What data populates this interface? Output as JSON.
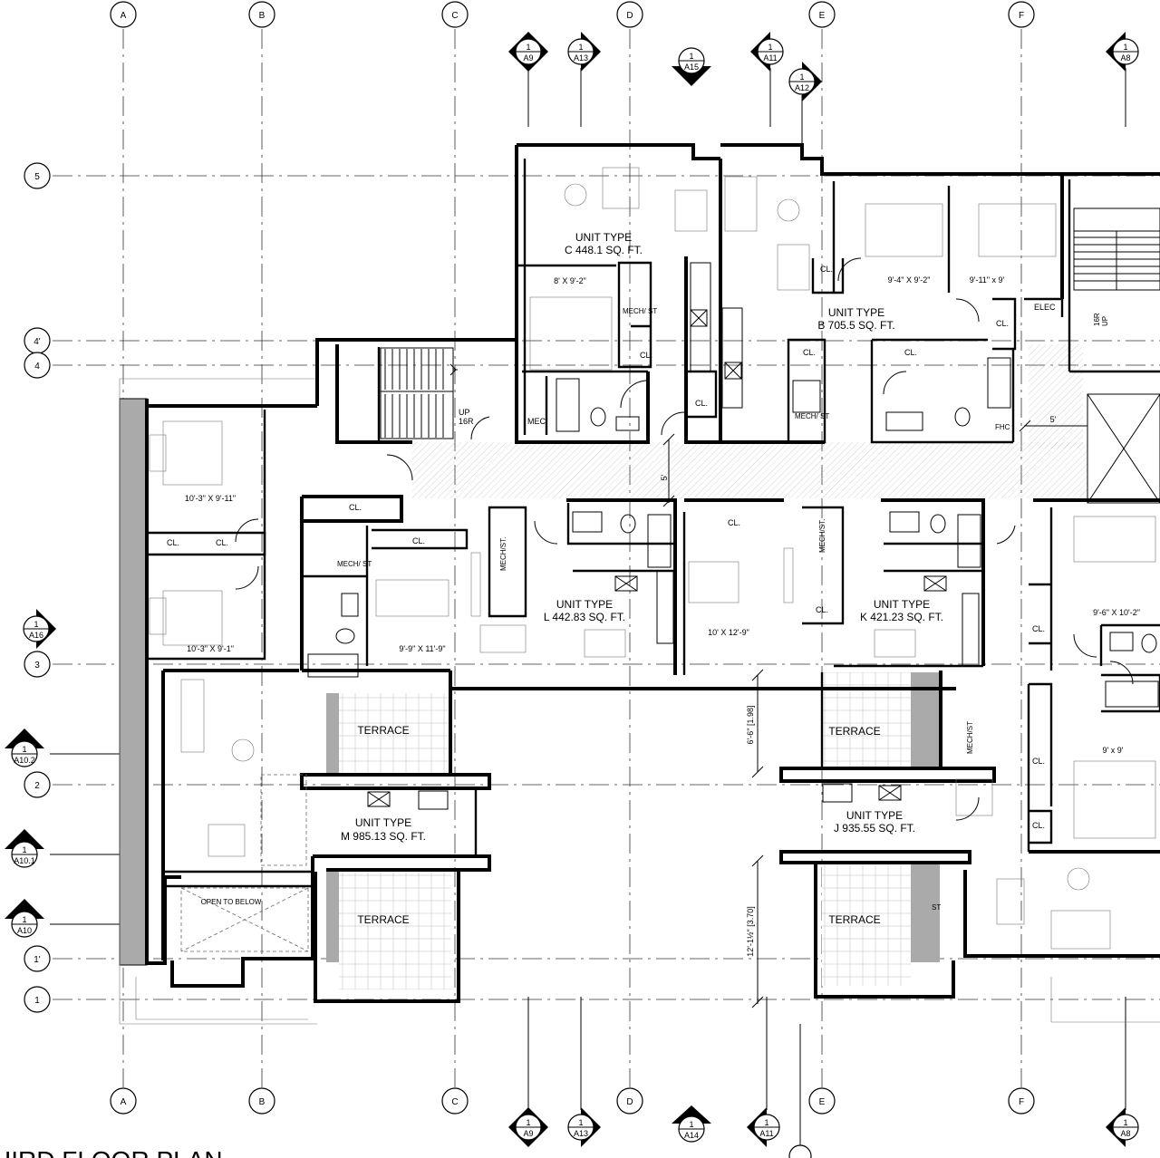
{
  "drawing": {
    "title": "HIRD FLOOR PLAN",
    "grid_columns": [
      "A",
      "B",
      "C",
      "D",
      "E",
      "F"
    ],
    "grid_rows": [
      "5",
      "4'",
      "4",
      "3",
      "2",
      "1'",
      "1"
    ],
    "section_markers_top": [
      {
        "num": "1",
        "sheet": "A9"
      },
      {
        "num": "1",
        "sheet": "A13"
      },
      {
        "num": "1",
        "sheet": "A15"
      },
      {
        "num": "1",
        "sheet": "A11"
      },
      {
        "num": "1",
        "sheet": "A12"
      },
      {
        "num": "1",
        "sheet": "A8"
      }
    ],
    "section_markers_bottom": [
      {
        "num": "1",
        "sheet": "A9"
      },
      {
        "num": "1",
        "sheet": "A13"
      },
      {
        "num": "1",
        "sheet": "A14"
      },
      {
        "num": "1",
        "sheet": "A11"
      },
      {
        "num": "1",
        "sheet": "A8"
      }
    ],
    "section_markers_left": [
      {
        "num": "1",
        "sheet": "A16"
      },
      {
        "num": "1",
        "sheet": "A10.2"
      },
      {
        "num": "1",
        "sheet": "A10.1"
      },
      {
        "num": "1",
        "sheet": "A10"
      }
    ],
    "units": [
      {
        "type_label": "UNIT TYPE",
        "area_label": "C  448.1  SQ.  FT."
      },
      {
        "type_label": "UNIT TYPE",
        "area_label": "B  705.5  SQ.  FT."
      },
      {
        "type_label": "UNIT TYPE",
        "area_label": "L  442.83  SQ.  FT."
      },
      {
        "type_label": "UNIT TYPE",
        "area_label": "K  421.23  SQ.  FT."
      },
      {
        "type_label": "UNIT TYPE",
        "area_label": "M  985.13  SQ.  FT."
      },
      {
        "type_label": "UNIT TYPE",
        "area_label": "J  935.55  SQ.  FT."
      }
    ],
    "room_dims": [
      "8'  X  9'-2\"",
      "9'-4\"  X  9'-2\"",
      "9'-11\"  x  9'",
      "10'-3\"  X  9'-11\"",
      "10'-3\"  X  9'-1\"",
      "9'-9\"  X  11'-9\"",
      "10'  X  12'-9\"",
      "9'-6\"  X  10'-2\"",
      "9'  x  9'"
    ],
    "room_tags": {
      "closet": "CL.",
      "mech_st": "MECH/ ST",
      "mech_st_one_line": "MECH/ST.",
      "mech_st_vertical": "MECH/ST",
      "mec": "MEC",
      "elec": "ELEC",
      "fhc": "FHC",
      "st": "ST",
      "terrace": "TERRACE",
      "open_to_below": "OPEN  TO  BELOW",
      "stair_up": "UP",
      "stair_risers": "16R"
    },
    "dimensions": {
      "corridor_width": "5'",
      "corridor_width_right": "5'",
      "terrace_depth": "6'-6\" [1.98]",
      "terrace_depth_lower": "12'-1½\" [3.70]"
    }
  }
}
